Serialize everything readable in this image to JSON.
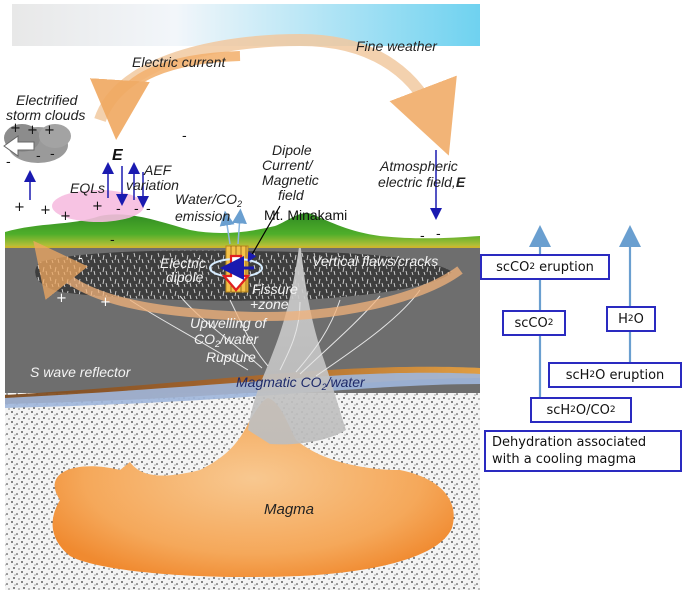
{
  "sky": {
    "fine_weather": "Fine weather",
    "electric_current": "Electric current",
    "storm_clouds_line1": "Electrified",
    "storm_clouds_line2": "storm clouds",
    "e_symbol": "E",
    "eqls": "EQLs",
    "aef_line1": "AEF",
    "aef_line2": "variation",
    "dipole_line1": "Dipole",
    "dipole_line2": "Current/",
    "dipole_line3": "Magnetic",
    "dipole_line4": "field",
    "atm_line1": "Atmospheric",
    "atm_line2": "electric field,",
    "atm_e": "E",
    "water_line1": "Water/CO",
    "water_sub": "2",
    "water_line2": "emission",
    "mountain": "Mt. Minakami",
    "minus_sign": "-",
    "plus_sign": "+"
  },
  "crust": {
    "electric_line1": "Electric",
    "electric_line2": "dipole",
    "fissure_line1": "Fissure",
    "fissure_line2": "zone",
    "vertical": "Vertical flaws/cracks",
    "upwelling_line1": "Upwelling of",
    "upwelling_line2a": "CO",
    "upwelling_sub": "2",
    "upwelling_line2b": "/water",
    "rupture": "Rupture",
    "s_wave": "S wave reflector",
    "magmatic_a": "Magmatic CO",
    "magmatic_sub": "2",
    "magmatic_b": "/water",
    "magma": "Magma"
  },
  "flow": {
    "sc_co2_eruption_a": "scCO",
    "sc_co2_eruption_sub": "2",
    "sc_co2_eruption_b": " eruption",
    "sc_co2_a": "scCO",
    "sc_co2_sub": "2",
    "h2o_a": "H",
    "h2o_sub": "2",
    "h2o_b": "O",
    "sc_h2o_eruption_a": "scH",
    "sc_h2o_eruption_sub": "2",
    "sc_h2o_eruption_b": "O eruption",
    "sc_h2o_co2_a": "scH",
    "sc_h2o_co2_sub1": "2",
    "sc_h2o_co2_b": "O/CO",
    "sc_h2o_co2_sub2": "2",
    "dehydration_line1": "Dehydration associated",
    "dehydration_line2": "with a cooling magma"
  },
  "colors": {
    "box_border": "#2a2ac0",
    "arrow_blue": "#1a1ab0",
    "flow_arrow": "#6a9fd0",
    "magma_orange": "#f4a050",
    "crust_gray": "#6e6e6e",
    "green_terrain": "#3a9a2a",
    "current_orange": "#f2b070"
  }
}
